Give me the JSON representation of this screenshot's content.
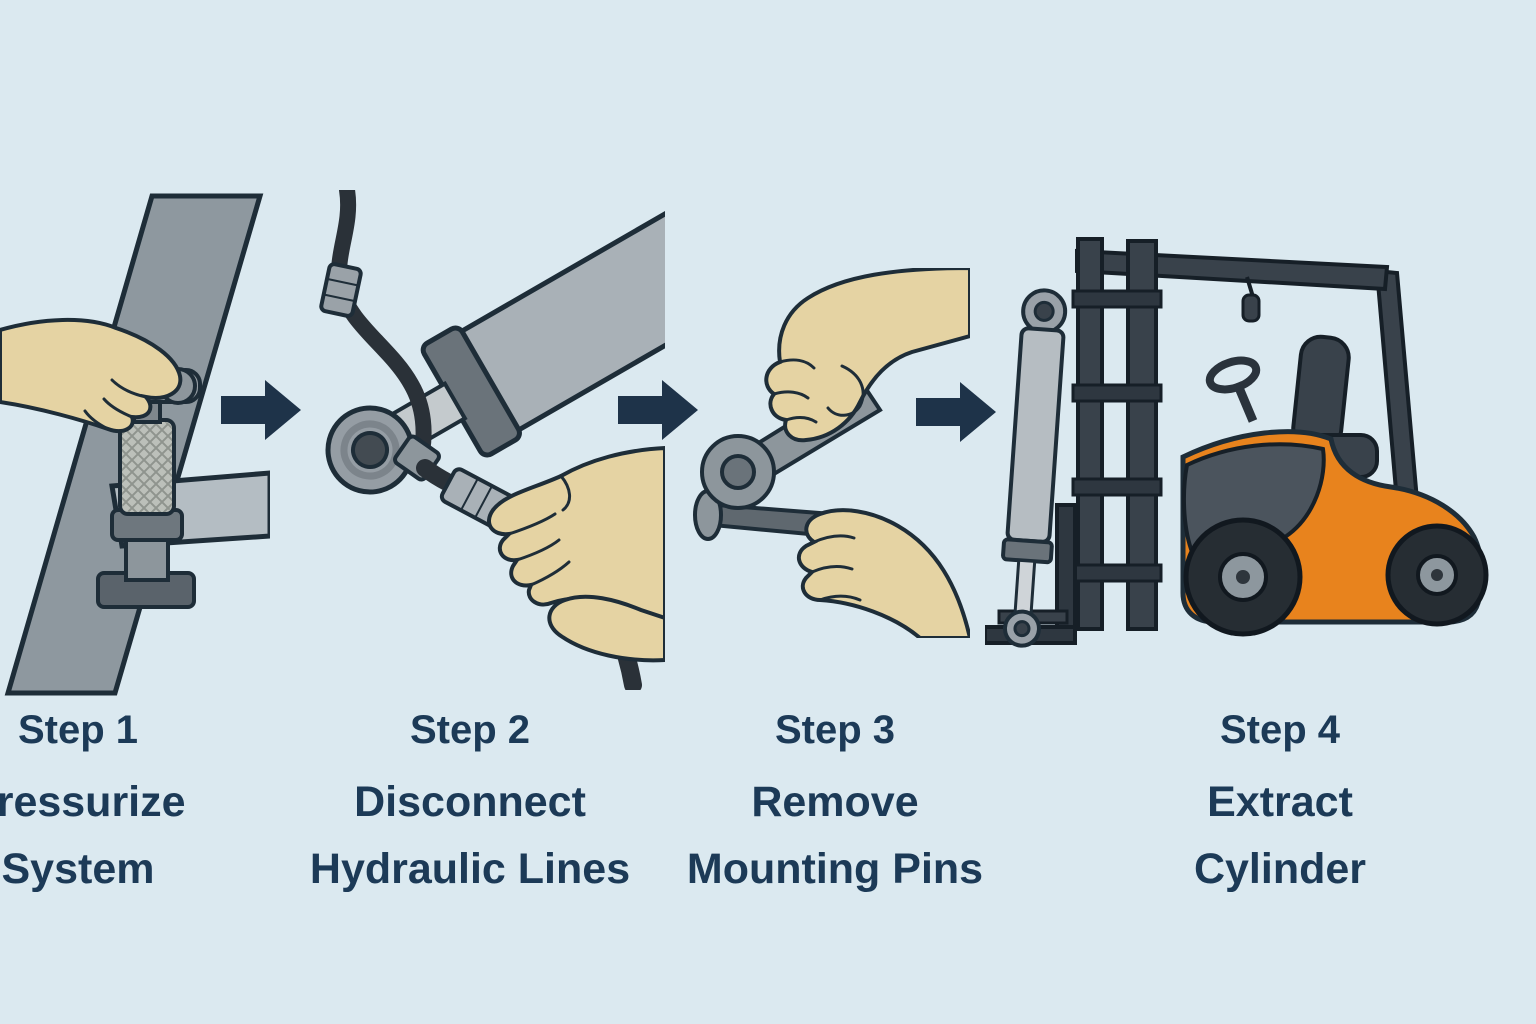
{
  "colors": {
    "background": "#dbe9f0",
    "text": "#1c3a57",
    "arrow": "#1e3349",
    "forklift_orange": "#e8831d",
    "hand_skin": "#e5d3a3",
    "metal_gray": "#a9b1b7",
    "dark_outline": "#1e2d38"
  },
  "steps": [
    {
      "label": "Step 1",
      "lines": [
        "pressurize",
        "System"
      ],
      "illustration": "depressurize-valve"
    },
    {
      "label": "Step 2",
      "lines": [
        "Disconnect",
        "Hydraulic Lines"
      ],
      "illustration": "disconnect-hydraulic-lines"
    },
    {
      "label": "Step 3",
      "lines": [
        "Remove",
        "Mounting Pins"
      ],
      "illustration": "remove-mounting-pins"
    },
    {
      "label": "Step 4",
      "lines": [
        "Extract",
        "Cylinder"
      ],
      "illustration": "extract-cylinder-forklift"
    }
  ],
  "illustrations": [
    {
      "name": "depressurize-valve",
      "description": "hand turning a relief valve on the forklift frame"
    },
    {
      "name": "disconnect-hydraulic-lines",
      "description": "hands unscrewing a hydraulic hose fitting at the cylinder rod end"
    },
    {
      "name": "remove-mounting-pins",
      "description": "hands holding a wrench and pulling a mounting pin"
    },
    {
      "name": "extract-cylinder-forklift",
      "description": "hydraulic lift cylinder extracted beside an orange forklift"
    }
  ],
  "arrow_icon": "right-block-arrow"
}
